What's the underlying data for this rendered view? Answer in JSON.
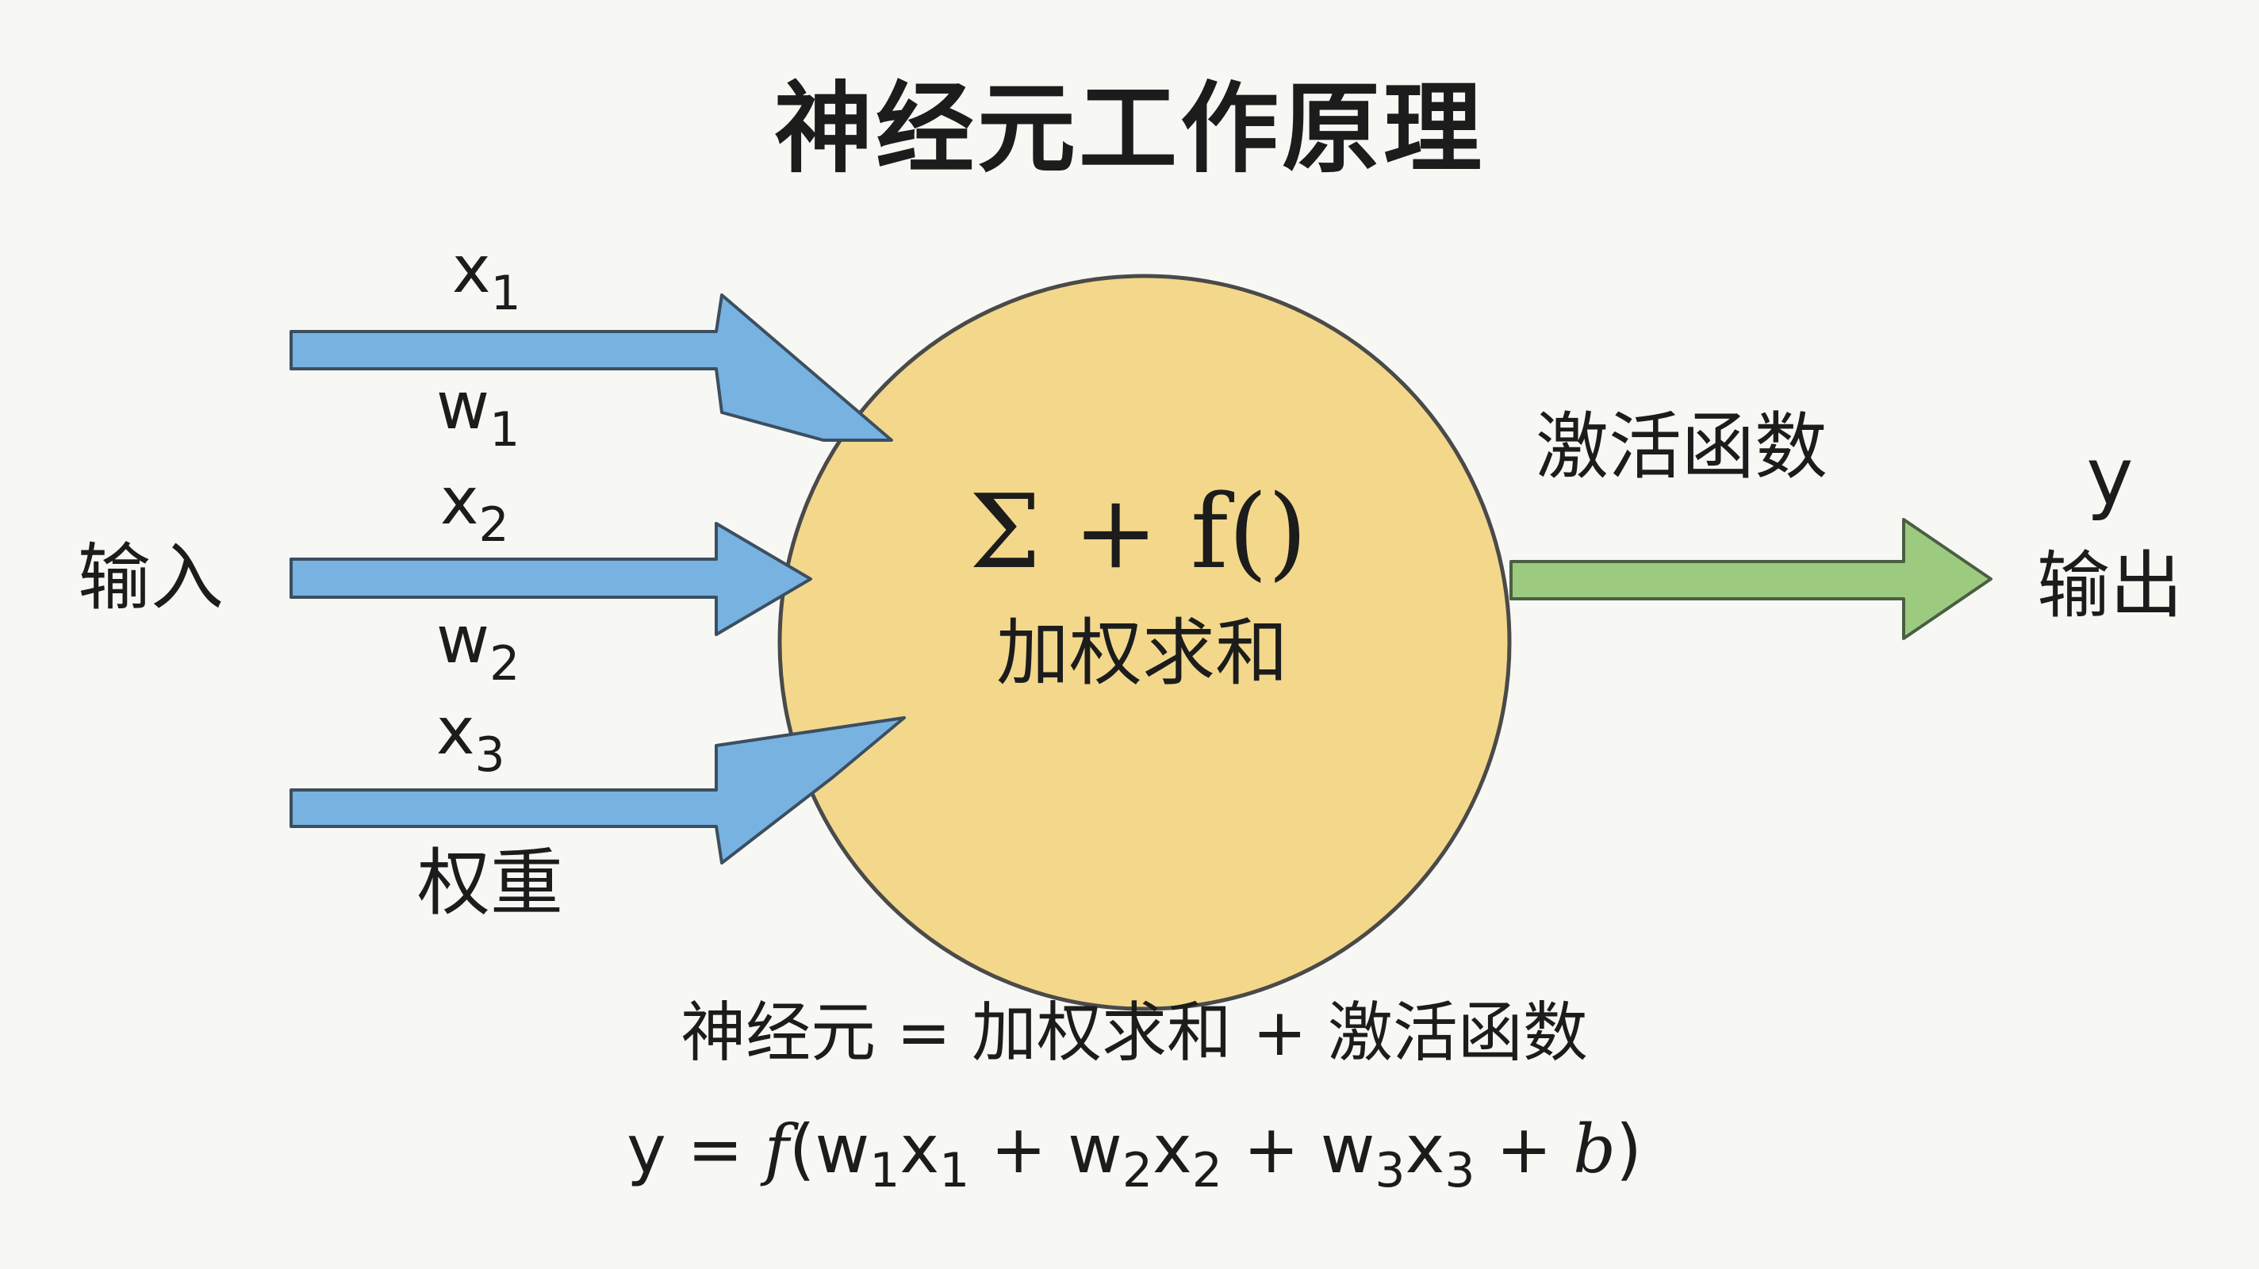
{
  "title": "神经元工作原理",
  "inputs": [
    {
      "var": "x",
      "index": "1",
      "weight_var": "w",
      "weight_index": "1"
    },
    {
      "var": "x",
      "index": "2",
      "weight_var": "w",
      "weight_index": "2"
    },
    {
      "var": "x",
      "index": "3",
      "weight_label": "权重"
    }
  ],
  "input_label": "输入",
  "neuron": {
    "symbol": "Σ + f()",
    "label": "加权求和"
  },
  "activation_label": "激活函数",
  "output": {
    "var": "y",
    "label": "输出"
  },
  "formula_line1": "神经元 = 加权求和 + 激活函数",
  "formula_line2": {
    "lhs": "y = ",
    "f": "f",
    "open": "(w",
    "i1": "1",
    "x": "x",
    "plus": " + ",
    "i2": "2",
    "i3": "3",
    "b": "b",
    "close": ")"
  },
  "colors": {
    "input_arrow": "#78b2e0",
    "output_arrow": "#9ccb80",
    "neuron_fill": "#f3d88c",
    "background": "#f7f7f4"
  }
}
